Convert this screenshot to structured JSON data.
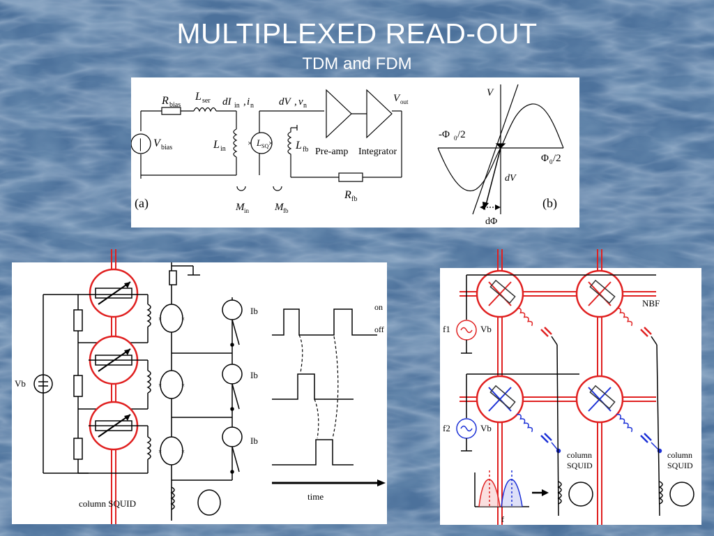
{
  "slide": {
    "title": "MULTIPLEXED READ-OUT",
    "subtitle": "TDM and FDM"
  },
  "top_diagram": {
    "rbias": "R",
    "rbias_sub": "bias",
    "lser": "L",
    "lser_sub": "ser",
    "din_label": "dI",
    "din_sub": "in",
    "in_label": "i",
    "in_sub": "n",
    "dv_label": "dV",
    "vn_label": "v",
    "vn_sub": "n",
    "vout": "V",
    "vout_sub": "out",
    "vbias": "V",
    "vbias_sub": "bias",
    "lin": "L",
    "lin_sub": "in",
    "lsq": "L",
    "lsq_sub": "SQ",
    "lfb": "L",
    "lfb_sub": "fb",
    "preamp": "Pre-amp",
    "integrator": "Integrator",
    "rfb": "R",
    "rfb_sub": "fb",
    "min": "M",
    "min_sub": "in",
    "mfb": "M",
    "mfb_sub": "fb",
    "panel_a": "(a)",
    "v_axis": "V",
    "neg_phi": "-Φ",
    "neg_phi_sub": "0",
    "neg_phi_tail": "/2",
    "pos_phi": "Φ",
    "pos_phi_sub": "0",
    "pos_phi_tail": "/2",
    "dv_b": "dV",
    "dphi": "dΦ",
    "panel_b": "(b)"
  },
  "tdm_diagram": {
    "vb": "Vb",
    "ib1": "Ib",
    "ib2": "Ib",
    "ib3": "Ib",
    "on": "on",
    "off": "off",
    "column_squid": "column SQUID",
    "time": "time"
  },
  "fdm_diagram": {
    "nbf": "NBF",
    "f1": "f1",
    "f2": "f2",
    "vb1": "Vb",
    "vb2": "Vb",
    "column_squid_1a": "column",
    "column_squid_1b": "SQUID",
    "column_squid_2a": "column",
    "column_squid_2b": "SQUID",
    "f": "f"
  },
  "colors": {
    "background": "#4a6f98",
    "ring_red": "#e02020",
    "fdm_blue": "#1a2fd6"
  }
}
